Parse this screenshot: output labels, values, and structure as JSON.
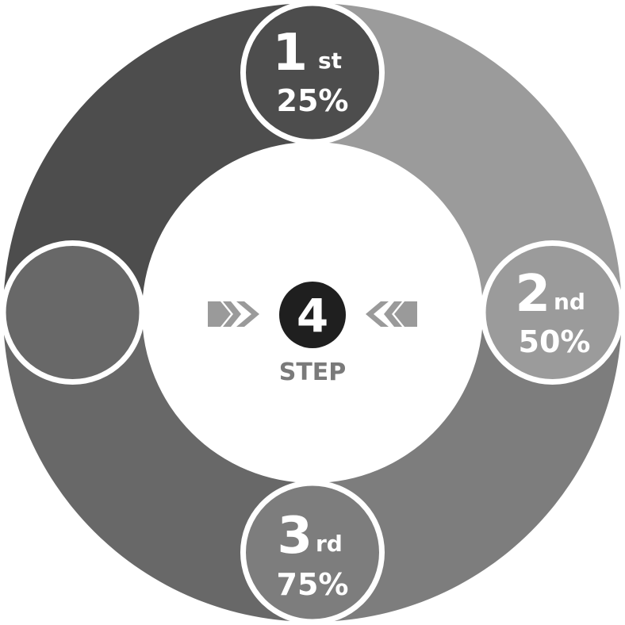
{
  "center": {
    "number": "4",
    "label": "STEP",
    "badge_color": "#1f1f1f",
    "label_color": "#7a7a7a",
    "arrow_color": "#9a9a9a",
    "left_arrow_icon": "chevron-double-right-icon",
    "right_arrow_icon": "chevron-double-left-icon"
  },
  "segments": [
    {
      "number": "1",
      "suffix": "st",
      "percent": "25%",
      "color": "#9b9b9b"
    },
    {
      "number": "2",
      "suffix": "nd",
      "percent": "50%",
      "color": "#7d7d7d"
    },
    {
      "number": "3",
      "suffix": "rd",
      "percent": "75%",
      "color": "#686868"
    },
    {
      "number": "",
      "suffix": "",
      "percent": "",
      "color": "#4d4d4d"
    }
  ]
}
